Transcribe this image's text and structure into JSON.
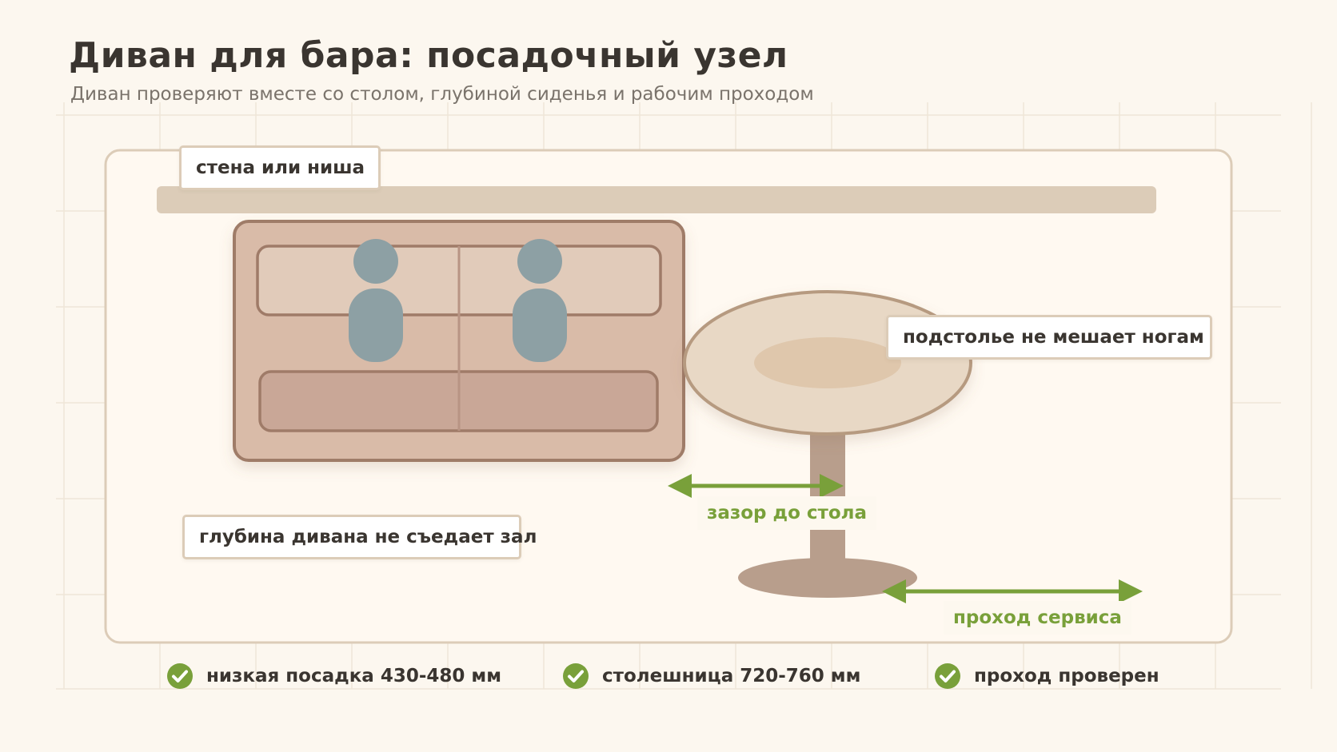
{
  "page": {
    "title": "Диван для бара: посадочный узел",
    "subtitle": "Диван проверяют вместе со столом, глубиной сиденья и рабочим проходом"
  },
  "labels": {
    "wall": "стена или ниша",
    "table_base": "подстолье не мешает ногам",
    "sofa_depth": "глубина дивана не съедает зал"
  },
  "dimensions": {
    "table_gap": "зазор до стола",
    "service_aisle": "проход сервиса"
  },
  "checklist": [
    {
      "text": "низкая посадка 430-480 мм",
      "icon": "check-circle-icon"
    },
    {
      "text": "столешница 720-760 мм",
      "icon": "check-circle-icon"
    },
    {
      "text": "проход проверен",
      "icon": "check-circle-icon"
    }
  ],
  "colors": {
    "accent_green": "#79a03a",
    "sofa": "#d9bba8",
    "person": "#8da0a4",
    "table": "#e8d8c5",
    "wall": "#dcccb8"
  }
}
